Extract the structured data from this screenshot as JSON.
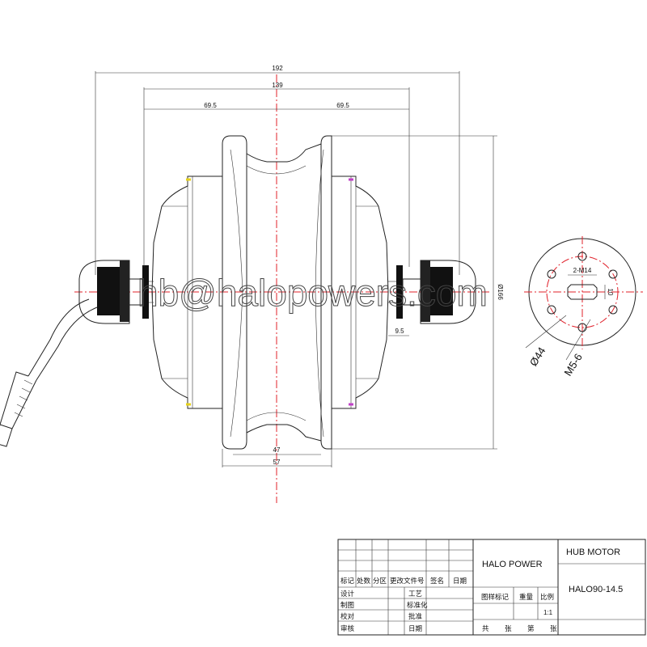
{
  "dimensions": {
    "overall_width": "192",
    "inner_width": "139",
    "left_half": "69.5",
    "right_half": "69.5",
    "height": "Ø166",
    "rim_inner": "47",
    "rim_outer": "57",
    "axle_step": "9.5"
  },
  "flange_view": {
    "thread_label": "2-M14",
    "flat_label": "10",
    "pcd_label": "Ø44",
    "bolt_label": "M5-6"
  },
  "watermark": "hb@halopowers.com",
  "title_block": {
    "company": "HALO POWER",
    "product": "HUB MOTOR",
    "model": "HALO90-14.5",
    "scale_value": "1:1",
    "rev_headers": [
      "标记",
      "处数",
      "分区",
      "更改文件号",
      "签名",
      "日期"
    ],
    "role_labels": [
      "设计",
      "制图",
      "校对",
      "审核"
    ],
    "mid_labels": [
      "工艺",
      "标准化",
      "批准",
      "日期"
    ],
    "info_headers": [
      "图样标记",
      "重量",
      "比例"
    ],
    "sheet_labels": [
      "共",
      "张",
      "第",
      "张"
    ]
  },
  "colors": {
    "centerline": "#e0202a",
    "bearing_left": "#e6d21a",
    "bearing_right": "#c040c8",
    "line": "#222222"
  }
}
